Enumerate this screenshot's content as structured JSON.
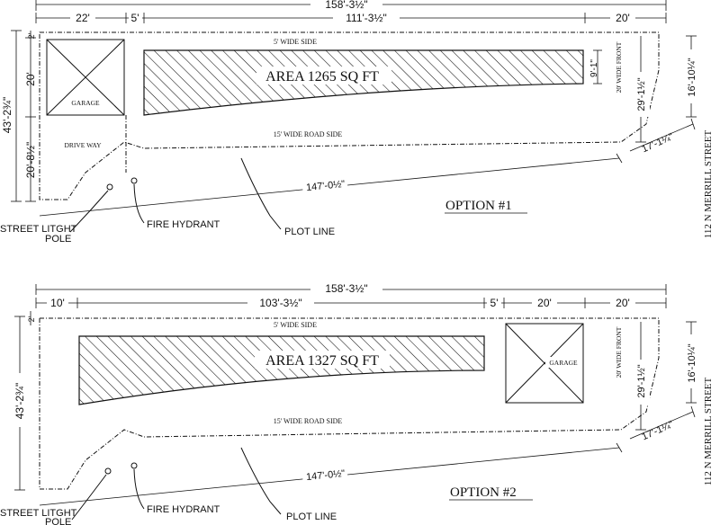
{
  "option1": {
    "overall_width": "158'-3½\"",
    "dim_22": "22'",
    "dim_5": "5'",
    "dim_111": "111'-3½\"",
    "dim_20_right": "20'",
    "dim_2_top": "2'",
    "dim_20_left": "20'",
    "dim_43": "43'-2¾\"",
    "dim_20_8": "20'-8½\"",
    "area": "AREA 1265 SQ FT",
    "dim_9": "9'-1\"",
    "side_5": "5' WIDE SIDE",
    "front_20": "20' WIDE FRONT",
    "road_side": "15' WIDE ROAD SIDE",
    "garage": "GARAGE",
    "driveway": "DRIVE WAY",
    "dim_29": "29'-1½\"",
    "dim_16": "16'-10¼\"",
    "dim_17": "17'-1¼\"",
    "dim_147": "147'-0½\"",
    "street_light_1": "STREET LITGHT",
    "street_light_2": "POLE",
    "fire_hydrant": "FIRE HYDRANT",
    "plot_line": "PLOT LINE",
    "option_label": "OPTION #1",
    "street": "112 N MERRILL STREET"
  },
  "option2": {
    "overall_width": "158'-3½\"",
    "dim_10": "10'",
    "dim_103": "103'-3½\"",
    "dim_5": "5'",
    "dim_20_mid": "20'",
    "dim_20_right": "20'",
    "dim_2_top": "2'",
    "dim_43": "43'-2¾\"",
    "area": "AREA 1327 SQ FT",
    "side_5": "5' WIDE SIDE",
    "front_20": "20' WIDE FRONT",
    "road_side": "15' WIDE ROAD SIDE",
    "garage": "GARAGE",
    "dim_29": "29'-1½\"",
    "dim_16": "16'-10¼\"",
    "dim_17": "17'-1¼\"",
    "dim_147": "147'-0½\"",
    "street_light_1": "STREET LITGHT",
    "street_light_2": "POLE",
    "fire_hydrant": "FIRE HYDRANT",
    "plot_line": "PLOT LINE",
    "option_label": "OPTION #2",
    "street": "112 N MERRILL STREET"
  }
}
